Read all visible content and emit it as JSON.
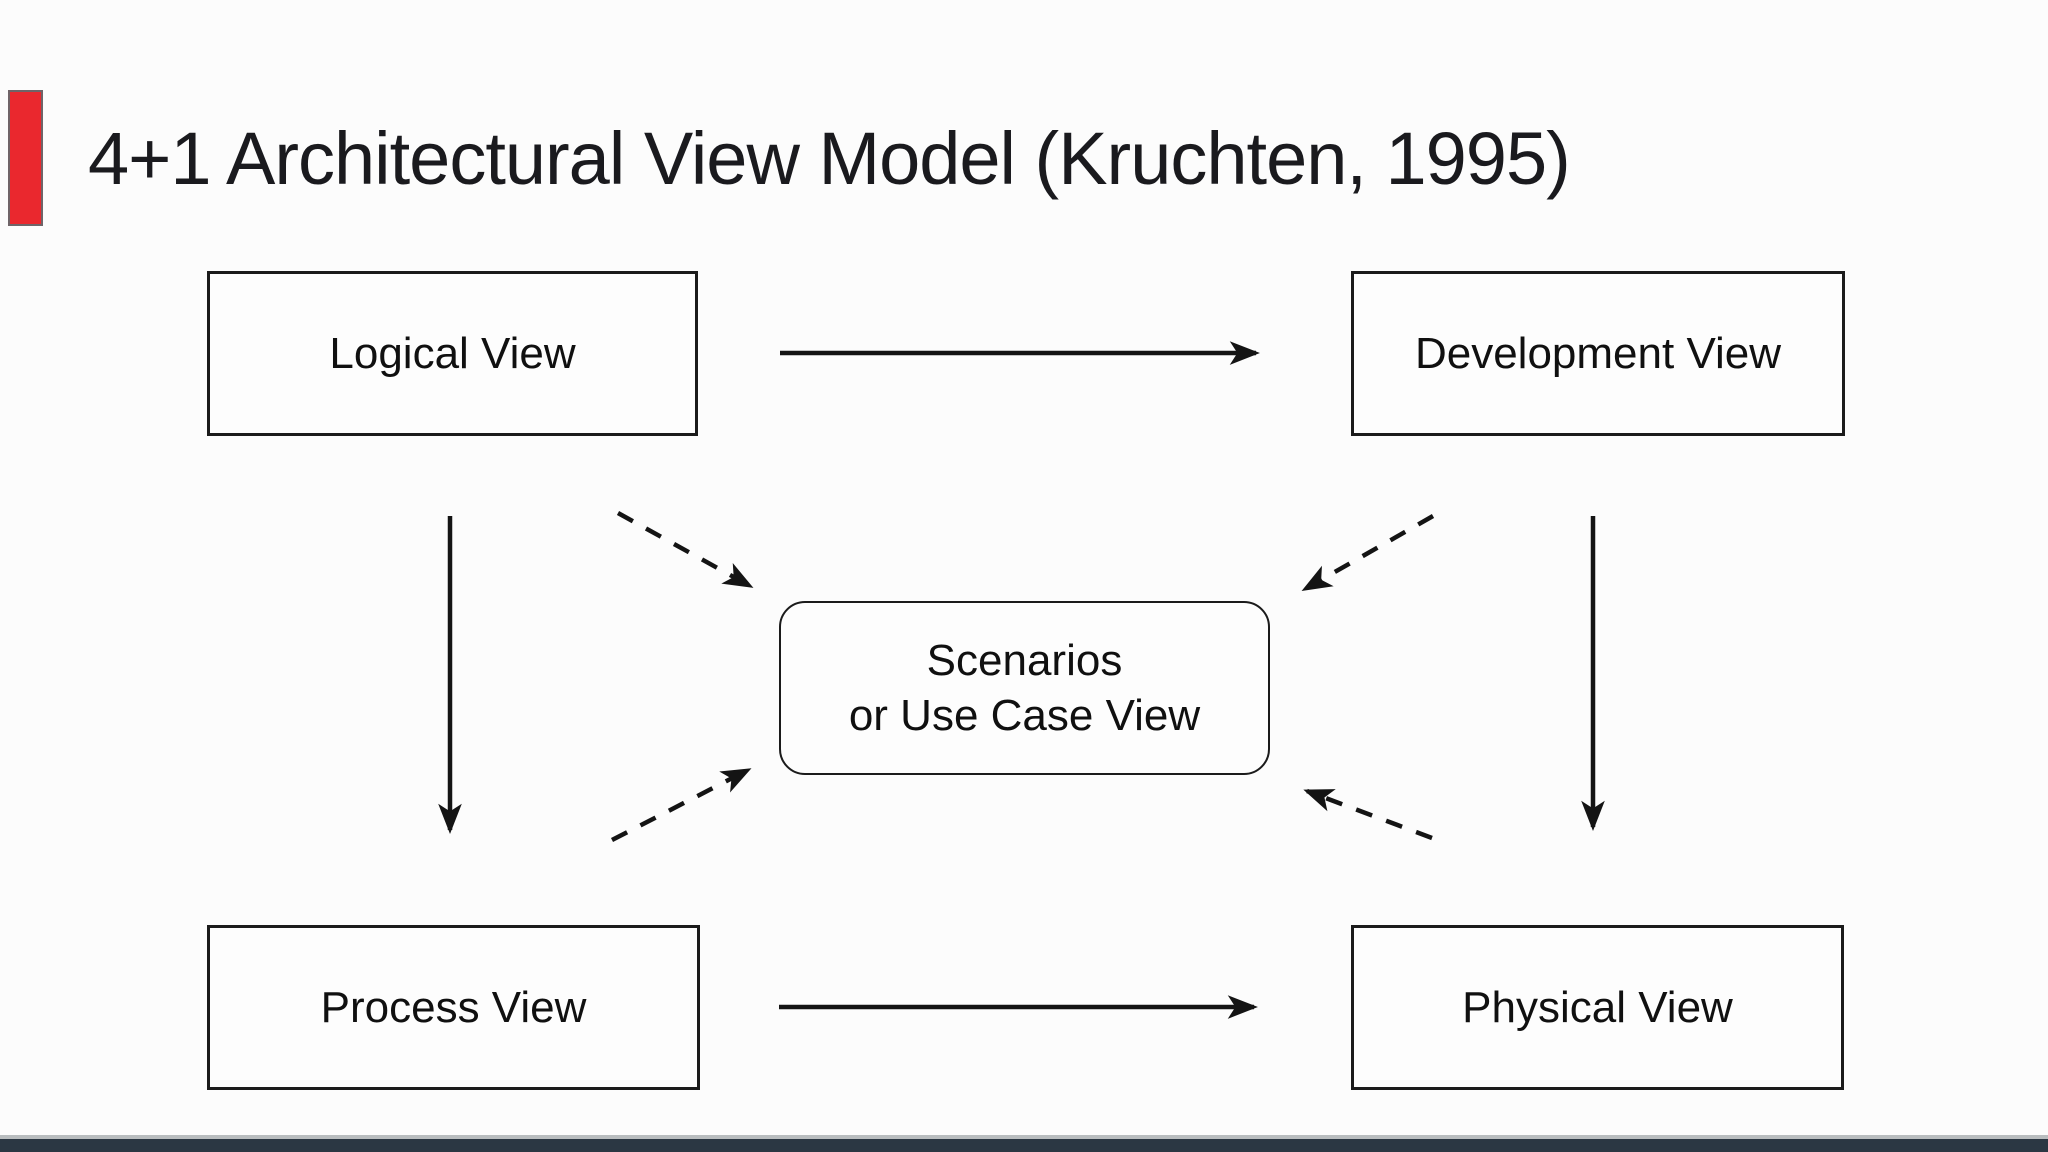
{
  "slide": {
    "title": "4+1 Architectural View Model (Kruchten, 1995)",
    "accent_bar_color": "#ea282e",
    "footer_bar_color": "#2b3743",
    "background_color": "#fcfcfc"
  },
  "diagram": {
    "nodes": [
      {
        "id": "logical",
        "label": "Logical View",
        "shape": "rectangle"
      },
      {
        "id": "development",
        "label": "Development View",
        "shape": "rectangle"
      },
      {
        "id": "process",
        "label": "Process View",
        "shape": "rectangle"
      },
      {
        "id": "physical",
        "label": "Physical View",
        "shape": "rectangle"
      },
      {
        "id": "scenarios",
        "label_line1": "Scenarios",
        "label_line2": "or Use Case View",
        "shape": "rounded-rectangle"
      }
    ],
    "edges": [
      {
        "from": "Logical View",
        "to": "Development View",
        "style": "solid"
      },
      {
        "from": "Process View",
        "to": "Physical View",
        "style": "solid"
      },
      {
        "from": "Logical View",
        "to": "Process View",
        "style": "solid"
      },
      {
        "from": "Development View",
        "to": "Physical View",
        "style": "solid"
      },
      {
        "from": "Logical View",
        "to": "Scenarios or Use Case View",
        "style": "dashed"
      },
      {
        "from": "Development View",
        "to": "Scenarios or Use Case View",
        "style": "dashed"
      },
      {
        "from": "Process View",
        "to": "Scenarios or Use Case View",
        "style": "dashed"
      },
      {
        "from": "Physical View",
        "to": "Scenarios or Use Case View",
        "style": "dashed"
      }
    ]
  }
}
